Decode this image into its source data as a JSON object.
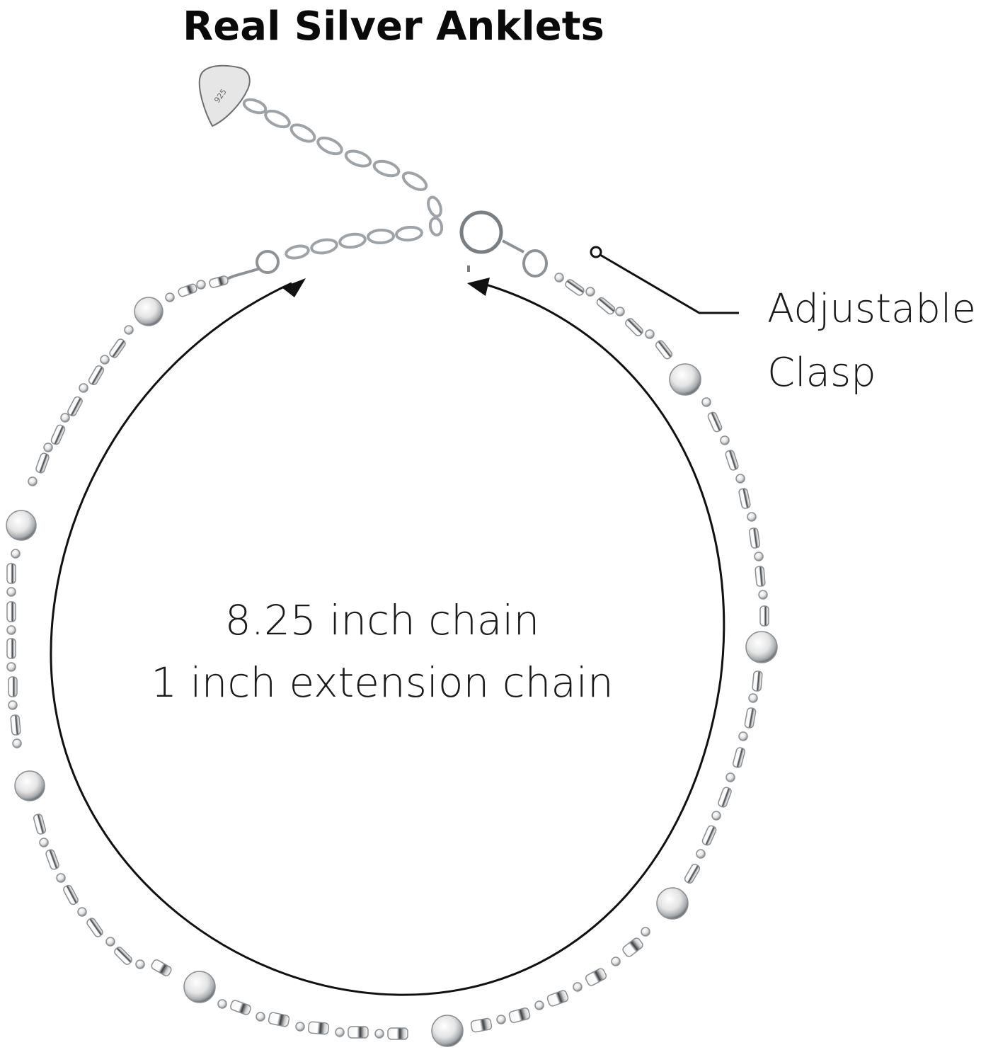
{
  "title": "Real Silver Anklets",
  "specs": {
    "chain_length": "8.25 inch chain",
    "extension_length": "1 inch extension chain"
  },
  "callout": {
    "line1": "Adjustable",
    "line2": "Clasp"
  },
  "colors": {
    "background": "#ffffff",
    "text": "#111111",
    "annotation_line": "#111111",
    "silver": "#d9d9d9",
    "silver_shadow": "#3a3f44",
    "silver_highlight": "#ffffff"
  },
  "icons": {
    "heart_tag": "heart-charm-icon",
    "spring_ring": "spring-ring-clasp-icon",
    "arrow": "arrowhead-icon",
    "callout_dot": "callout-dot-icon"
  }
}
